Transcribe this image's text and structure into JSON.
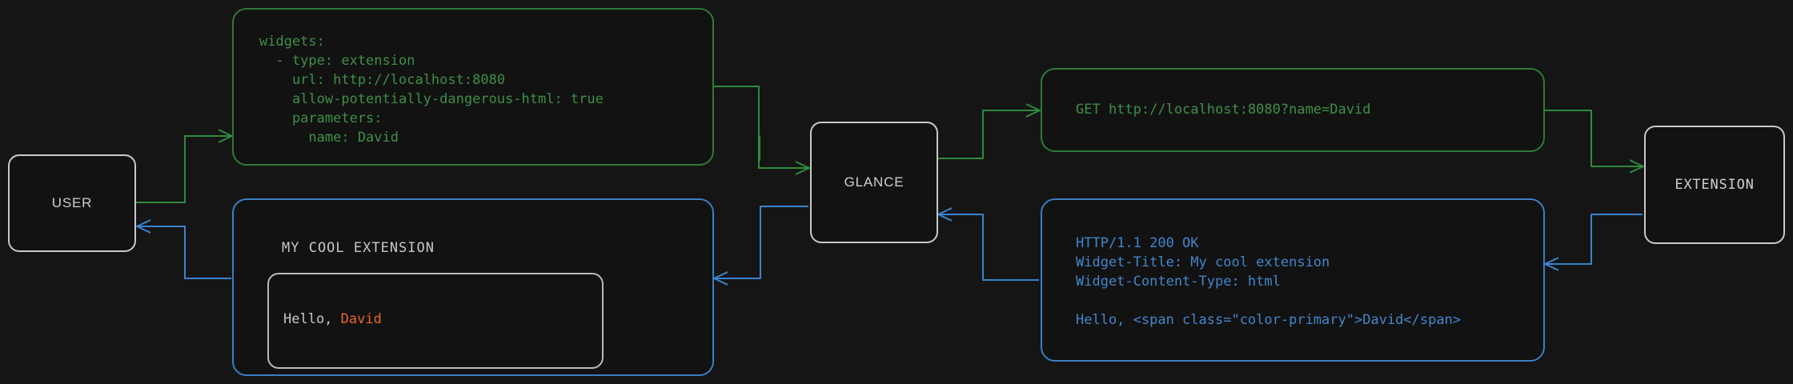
{
  "diagram": {
    "background_color": "#151515",
    "colors": {
      "request_green": "#3e8f47",
      "response_blue": "#4286cc",
      "node_border": "#c9c9c9",
      "text_gray": "#c8c8c8",
      "accent_orange": "#e8662a"
    }
  },
  "nodes": {
    "user": {
      "label": "USER"
    },
    "glance": {
      "label": "GLANCE"
    },
    "extension": {
      "label": "EXTENSION"
    }
  },
  "boxes": {
    "yaml_config": {
      "code": "widgets:\n  - type: extension\n    url: http://localhost:8080\n    allow-potentially-dangerous-html: true\n    parameters:\n      name: David"
    },
    "http_request": {
      "code": "GET http://localhost:8080?name=David"
    },
    "http_response": {
      "code": "HTTP/1.1 200 OK\nWidget-Title: My cool extension\nWidget-Content-Type: html\n\nHello, <span class=\"color-primary\">David</span>"
    },
    "rendered_widget": {
      "title": "MY COOL EXTENSION",
      "card_text_prefix": "Hello, ",
      "card_text_accent": "David"
    }
  },
  "arrows": [
    {
      "name": "user-to-config",
      "from": "user",
      "to": "yaml-config",
      "color": "#3e8f47"
    },
    {
      "name": "config-to-glance",
      "from": "yaml-config",
      "to": "glance",
      "color": "#3e8f47"
    },
    {
      "name": "glance-to-request",
      "from": "glance",
      "to": "http-request",
      "color": "#3e8f47"
    },
    {
      "name": "request-to-extension",
      "from": "http-request",
      "to": "extension",
      "color": "#3e8f47"
    },
    {
      "name": "extension-to-response",
      "from": "extension",
      "to": "http-response",
      "color": "#4286cc"
    },
    {
      "name": "response-to-glance",
      "from": "http-response",
      "to": "glance",
      "color": "#4286cc"
    },
    {
      "name": "glance-to-widget",
      "from": "glance",
      "to": "rendered-widget",
      "color": "#4286cc"
    },
    {
      "name": "widget-to-user",
      "from": "rendered-widget",
      "to": "user",
      "color": "#4286cc"
    }
  ]
}
